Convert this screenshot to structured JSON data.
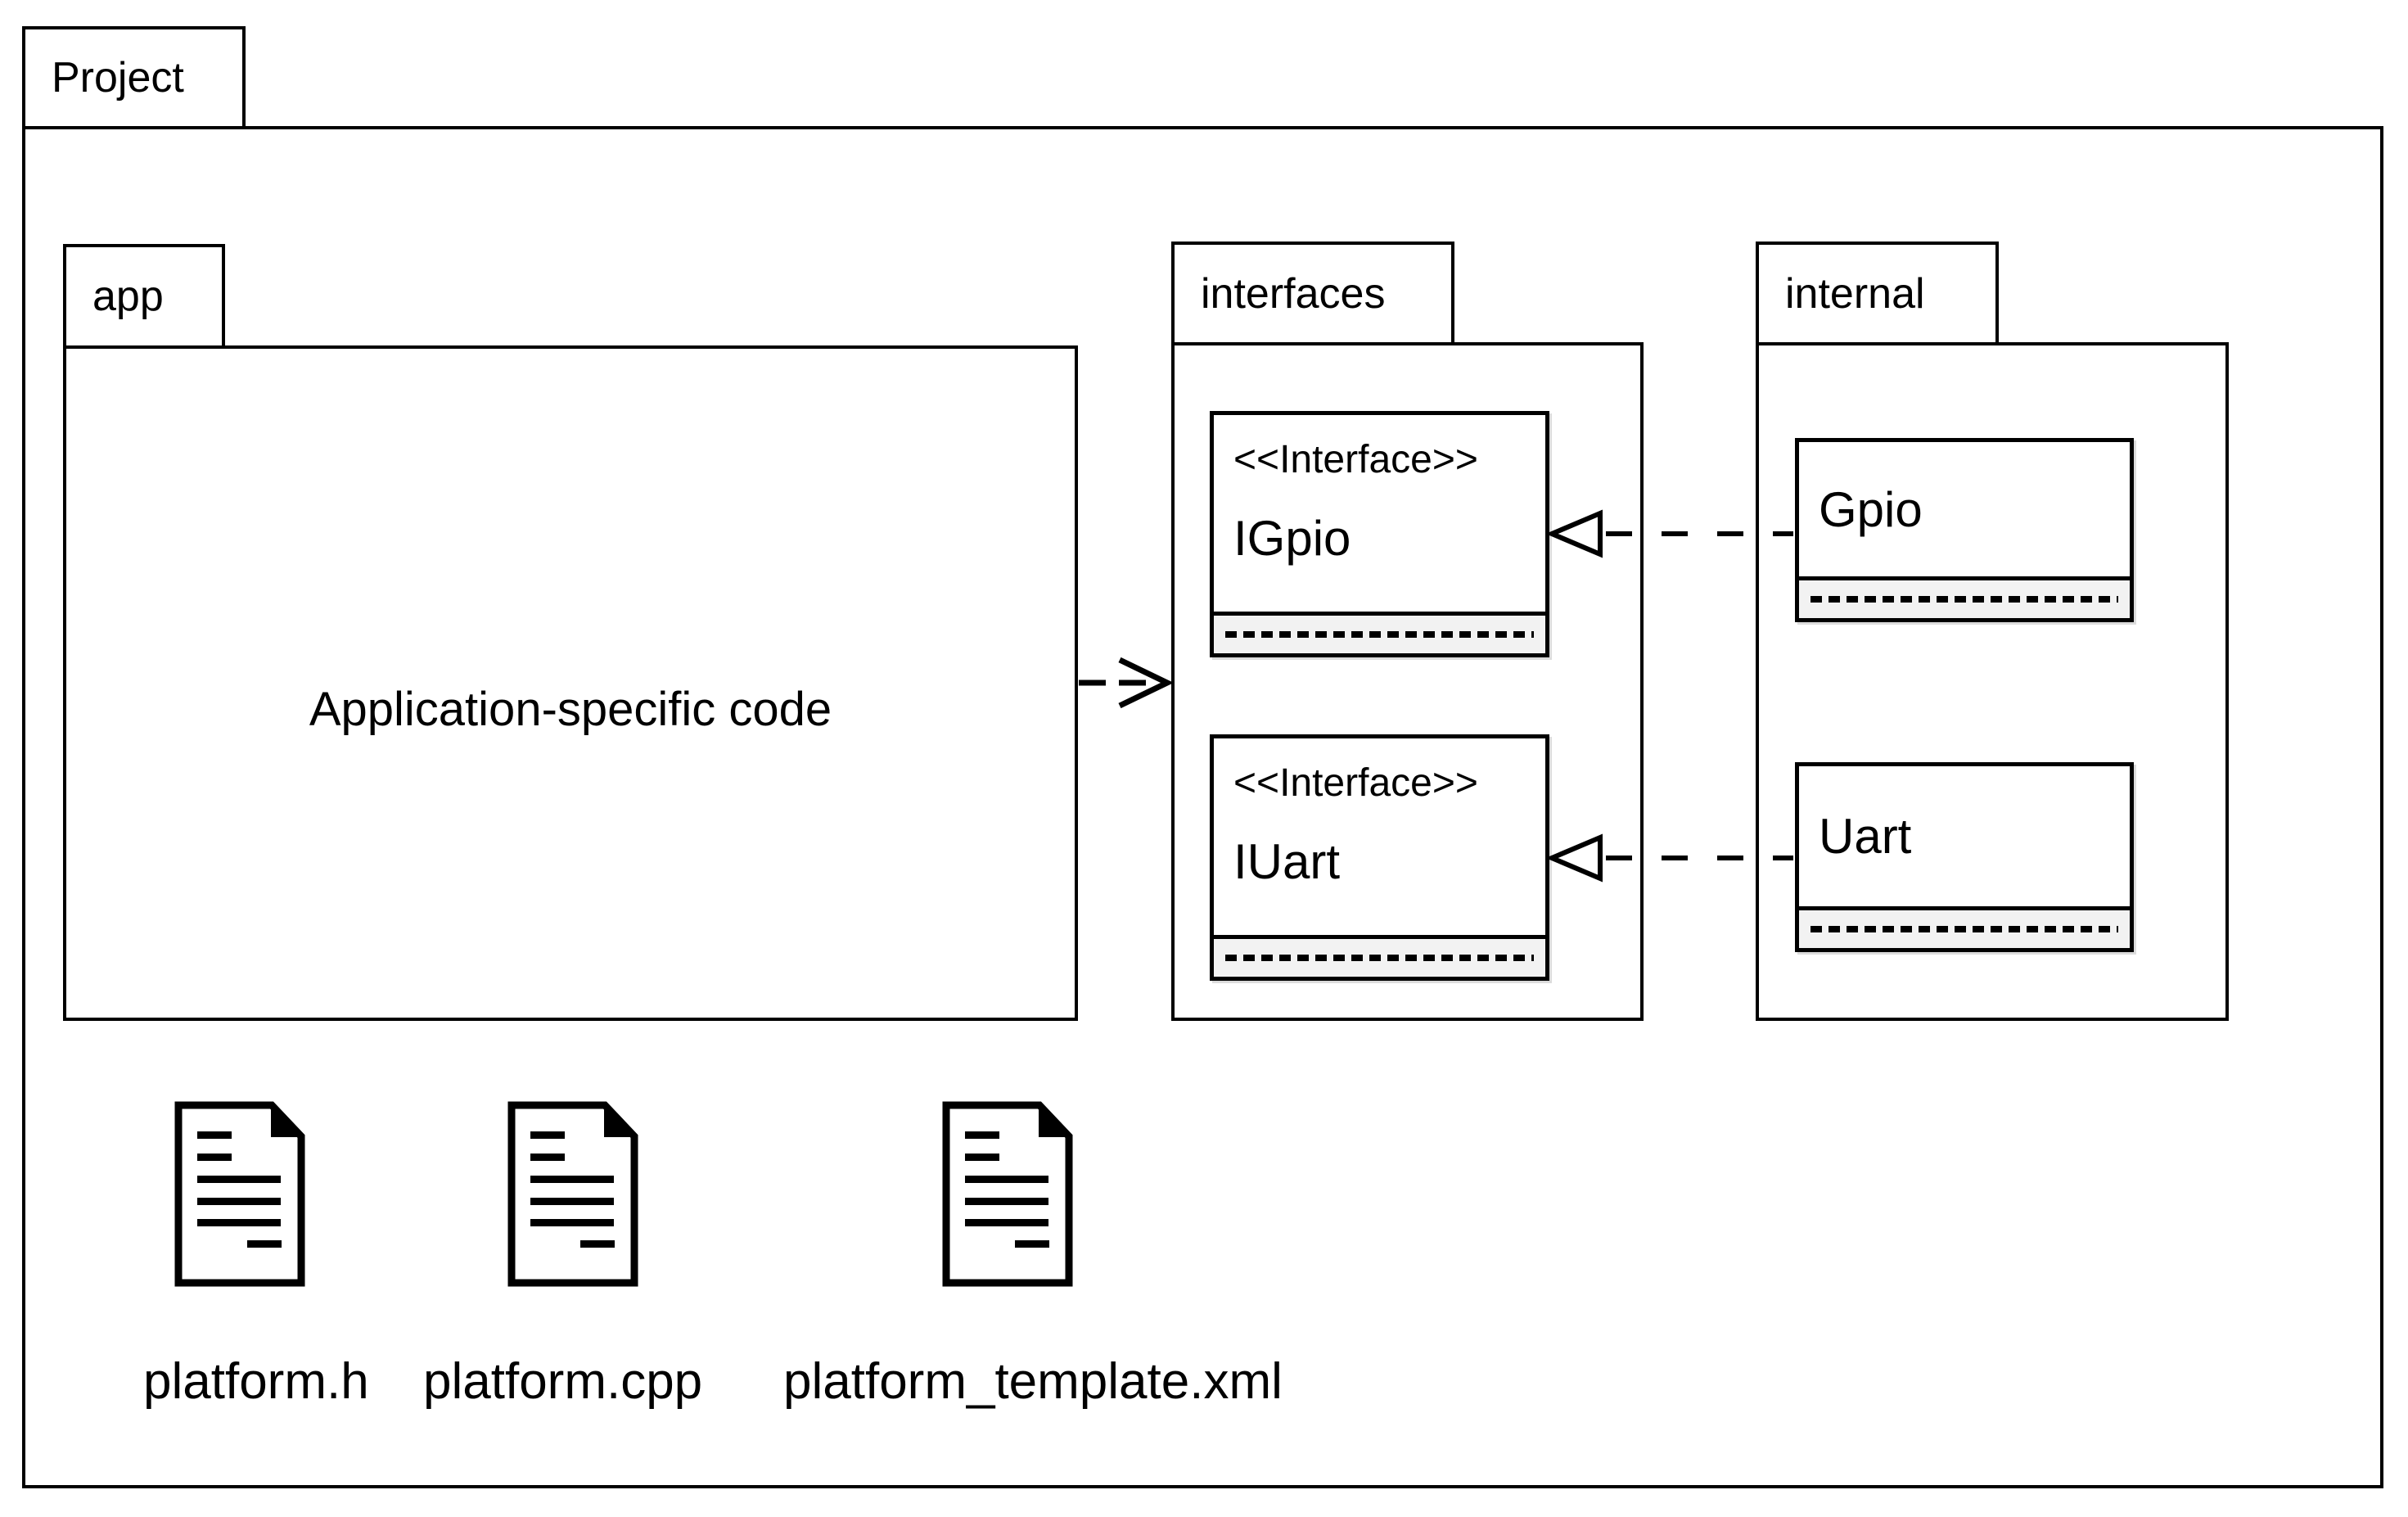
{
  "project": {
    "label": "Project"
  },
  "app": {
    "label": "app",
    "content_label": "Application-specific code"
  },
  "interfaces": {
    "label": "interfaces",
    "classes": [
      {
        "stereotype": "<<Interface>>",
        "name": "IGpio"
      },
      {
        "stereotype": "<<Interface>>",
        "name": "IUart"
      }
    ]
  },
  "internal": {
    "label": "internal",
    "classes": [
      {
        "name": "Gpio"
      },
      {
        "name": "Uart"
      }
    ]
  },
  "relations": [
    {
      "type": "dependency",
      "from": "app",
      "to": "interfaces",
      "style": "dashed-open-arrow"
    },
    {
      "type": "realization",
      "from": "Gpio",
      "to": "IGpio",
      "style": "dashed-hollow-triangle"
    },
    {
      "type": "realization",
      "from": "Uart",
      "to": "IUart",
      "style": "dashed-hollow-triangle"
    }
  ],
  "files": [
    {
      "icon": "document-icon",
      "label": "platform.h"
    },
    {
      "icon": "document-icon",
      "label": "platform.cpp"
    },
    {
      "icon": "document-icon",
      "label": "platform_template.xml"
    }
  ],
  "colors": {
    "stroke": "#000000",
    "background": "#ffffff",
    "compartment_fill": "#f2f2f2"
  }
}
